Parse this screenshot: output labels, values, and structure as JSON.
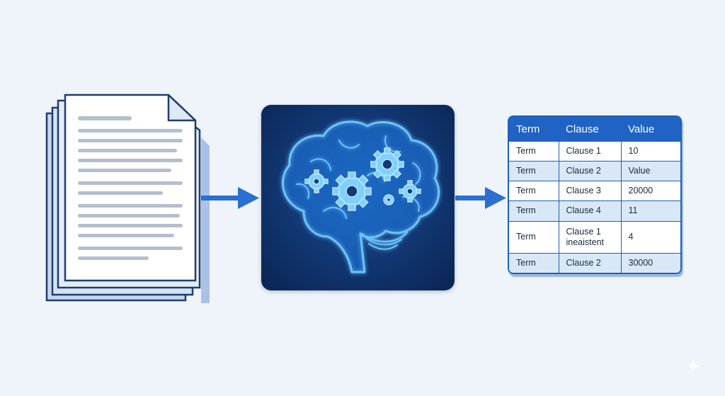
{
  "table": {
    "headers": [
      "Term",
      "Clause",
      "Value"
    ],
    "rows": [
      [
        "Term",
        "Clause 1",
        "10"
      ],
      [
        "Term",
        "Clause 2",
        "Value"
      ],
      [
        "Term",
        "Clause 3",
        "20000"
      ],
      [
        "Term",
        "Clause 4",
        "11"
      ],
      [
        "Term",
        "Clause 1 ineaistent",
        "4"
      ],
      [
        "Term",
        "Clause 2",
        "30000"
      ]
    ]
  },
  "colors": {
    "background": "#eef4f9",
    "accent": "#1f63c4",
    "arrow": "#2a6fd1",
    "brain_tile": "#123a78",
    "brain_glow": "#5fb8ff"
  },
  "icons": [
    "document-stack-icon",
    "arrow-right-icon",
    "brain-gears-icon",
    "arrow-right-icon",
    "sparkle-icon"
  ]
}
